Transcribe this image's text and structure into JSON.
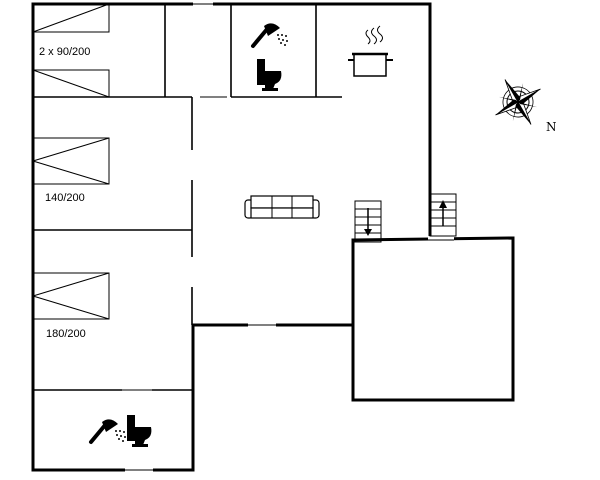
{
  "rooms": {
    "bedroom_top_label": "2 x 90/200",
    "bedroom_middle_label": "140/200",
    "bedroom_bottom_label": "180/200"
  },
  "compass": {
    "north_label": "N"
  },
  "icons": [
    "shower-icon",
    "toilet-icon",
    "cooking-pot-icon",
    "sofa-icon",
    "stairs-down-icon",
    "stairs-up-icon",
    "compass-rose-icon"
  ]
}
